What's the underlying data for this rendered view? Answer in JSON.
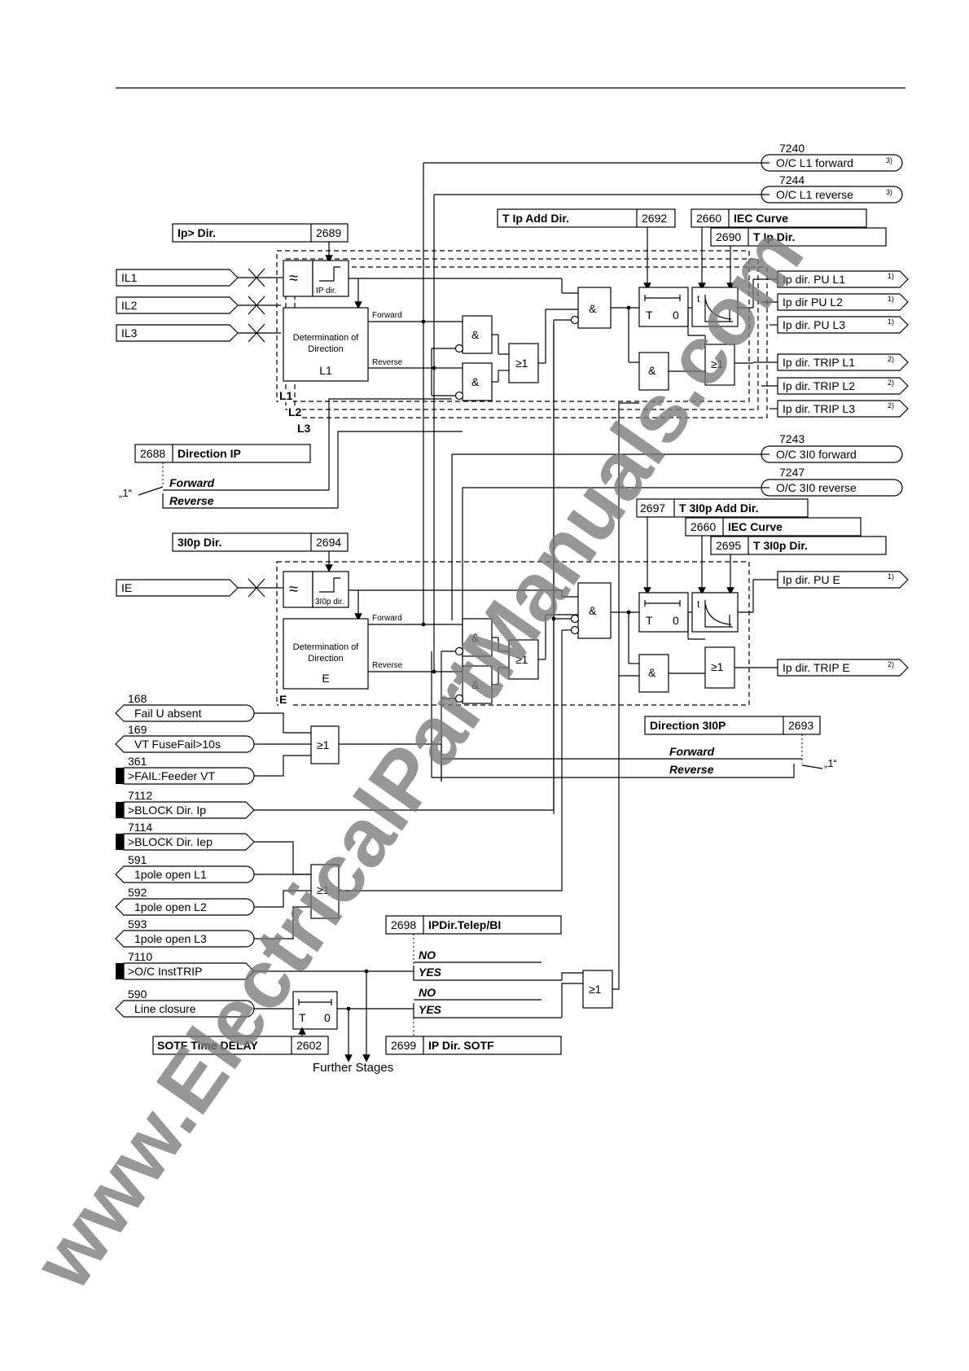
{
  "inputs": {
    "il1": "IL1",
    "il2": "IL2",
    "il3": "IL3",
    "ie": "IE"
  },
  "params": {
    "ip_dir": {
      "label": "Ip> Dir.",
      "addr": "2689"
    },
    "t_ip_add_dir": {
      "label": "T Ip Add Dir.",
      "addr": "2692"
    },
    "iec_curve_1": {
      "label": "IEC Curve",
      "addr": "2660"
    },
    "t_ip_dir": {
      "label": "T Ip Dir.",
      "addr": "2690"
    },
    "direction_ip": {
      "label": "Direction IP",
      "addr": "2688"
    },
    "i3i0p_dir": {
      "label": "3I0p Dir.",
      "addr": "2694"
    },
    "t_3i0p_add_dir": {
      "label": "T 3I0p Add Dir.",
      "addr": "2697"
    },
    "iec_curve_2": {
      "label": "IEC Curve",
      "addr": "2660"
    },
    "t_3i0p_dir": {
      "label": "T 3I0p Dir.",
      "addr": "2695"
    },
    "direction_3i0p": {
      "label": "Direction 3I0P",
      "addr": "2693"
    },
    "ipdir_telep": {
      "label": "IPDir.Telep/BI",
      "addr": "2698"
    },
    "ip_dir_sotf": {
      "label": "IP Dir. SOTF",
      "addr": "2699"
    },
    "sotf_time_delay": {
      "label": "SOTF Time DELAY",
      "addr": "2602"
    }
  },
  "blocks": {
    "ip_dir_small": "IP dir.",
    "i3i0p_dir_small": "3I0p dir.",
    "det_line1": "Determination of",
    "det_line2": "Direction",
    "l1": "L1",
    "l2": "L2",
    "l3": "L3",
    "e": "E",
    "forward_small": "Forward",
    "reverse_small": "Reverse",
    "and": "&",
    "or": "≥1",
    "t": "T",
    "zero": "0",
    "t_small": "t"
  },
  "selectors": {
    "one": "„1“",
    "forward": "Forward",
    "reverse": "Reverse",
    "no": "NO",
    "yes": "YES"
  },
  "outputs": {
    "o7240": {
      "num": "7240",
      "label": "O/C L1 forward",
      "note": "3)"
    },
    "o7244": {
      "num": "7244",
      "label": "O/C L1 reverse",
      "note": "3)"
    },
    "pu_l1": {
      "label": "Ip dir. PU L1",
      "note": "1)"
    },
    "pu_l2": {
      "label": "Ip dir PU L2",
      "note": "1)"
    },
    "pu_l3": {
      "label": "Ip dir. PU L3",
      "note": "1)"
    },
    "trip_l1": {
      "label": "Ip dir. TRIP L1",
      "note": "2)"
    },
    "trip_l2": {
      "label": "Ip dir. TRIP L2",
      "note": "2)"
    },
    "trip_l3": {
      "label": "Ip dir. TRIP L3",
      "note": "2)"
    },
    "o7243": {
      "num": "7243",
      "label": "O/C 3I0 forward"
    },
    "o7247": {
      "num": "7247",
      "label": "O/C 3I0 reverse"
    },
    "pu_e": {
      "label": "Ip dir. PU E",
      "note": "1)"
    },
    "trip_e": {
      "label": "Ip dir. TRIP E",
      "note": "2)"
    }
  },
  "binary_inputs": [
    {
      "num": "168",
      "label": "Fail U absent"
    },
    {
      "num": "169",
      "label": "VT FuseFail>10s"
    },
    {
      "num": "361",
      "label": ">FAIL:Feeder VT"
    },
    {
      "num": "7112",
      "label": ">BLOCK Dir. Ip"
    },
    {
      "num": "7114",
      "label": ">BLOCK Dir. Iep"
    },
    {
      "num": "591",
      "label": "1pole open L1"
    },
    {
      "num": "592",
      "label": "1pole open L2"
    },
    {
      "num": "593",
      "label": "1pole open L3"
    },
    {
      "num": "7110",
      "label": ">O/C InstTRIP"
    },
    {
      "num": "590",
      "label": "Line closure"
    }
  ],
  "further_stages": "Further Stages",
  "watermark": "www.ElectricalPartManuals.com"
}
